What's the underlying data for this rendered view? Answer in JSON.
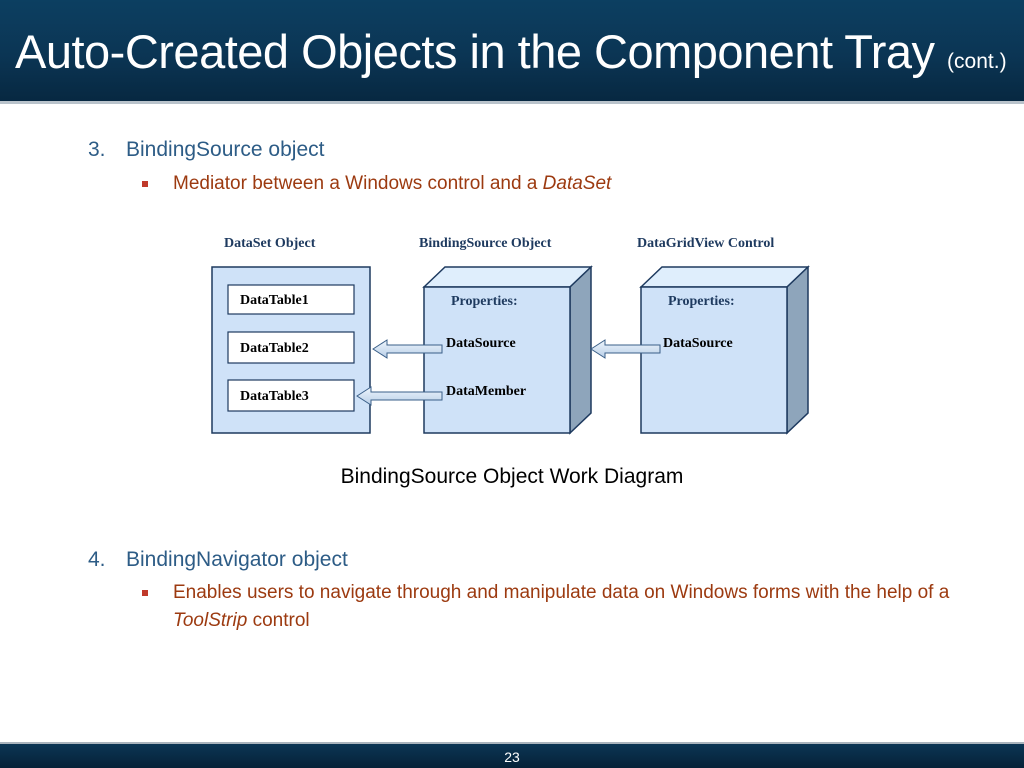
{
  "slide": {
    "title": "Auto-Created Objects in the Component Tray",
    "title_suffix": "(cont.)",
    "page_number": "23"
  },
  "items": [
    {
      "number": "3.",
      "text": "BindingSource object",
      "sub": {
        "text_before": "Mediator between a Windows control and a ",
        "text_italic": "DataSet",
        "text_after": ""
      }
    },
    {
      "number": "4.",
      "text": "BindingNavigator object",
      "sub": {
        "text_before": "Enables users to navigate through and manipulate data on Windows forms with the help of a ",
        "text_italic": "ToolStrip",
        "text_after": " control"
      }
    }
  ],
  "diagram": {
    "caption": "BindingSource Object Work Diagram",
    "dataset": {
      "header": "DataSet Object",
      "tables": [
        "DataTable1",
        "DataTable2",
        "DataTable3"
      ]
    },
    "bindingsource": {
      "header": "BindingSource Object",
      "props_label": "Properties:",
      "prop1": "DataSource",
      "prop2": "DataMember"
    },
    "datagridview": {
      "header": "DataGridView Control",
      "props_label": "Properties:",
      "prop1": "DataSource"
    }
  },
  "colors": {
    "title_bg": "#0b3554",
    "item_text": "#2d5c86",
    "sub_text": "#9c3a10",
    "bullet": "#c0392b",
    "diagram_fill": "#cfe2f8",
    "diagram_border": "#1e3a5f"
  }
}
